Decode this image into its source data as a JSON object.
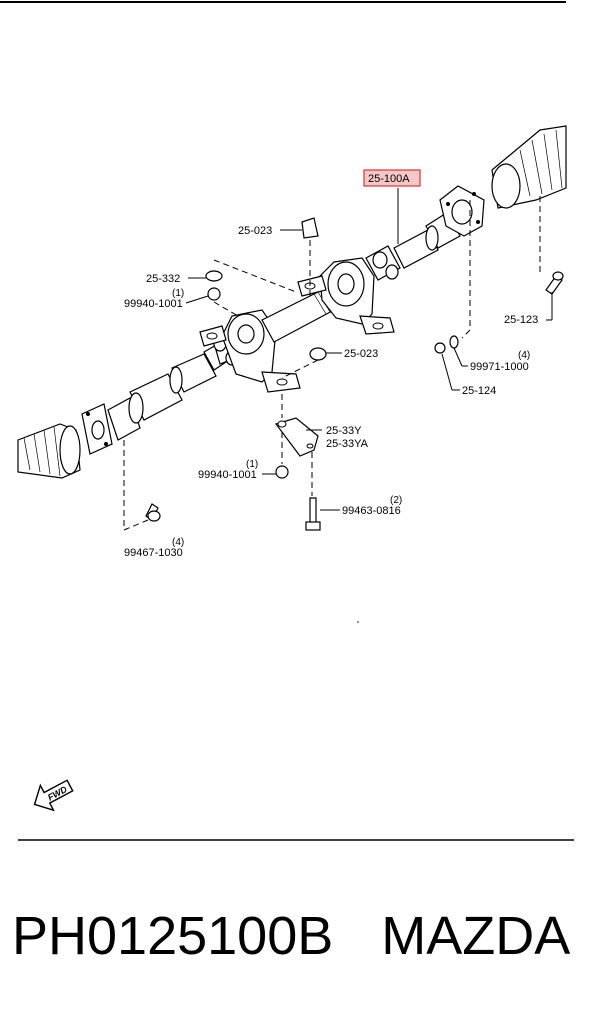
{
  "diagram": {
    "highlight_label": "25-100A",
    "labels": {
      "p25_023_top": "25-023",
      "p25_332": "25-332",
      "q1_top": "(1)",
      "p99940_top": "99940-1001",
      "p25_023_mid": "25-023",
      "p25_123": "25-123",
      "q4_right": "(4)",
      "p99971": "99971-1000",
      "p25_124": "25-124",
      "p25_33Y": "25-33Y",
      "p25_33YA": "25-33YA",
      "q1_bottom": "(1)",
      "p99940_bottom": "99940-1001",
      "q2": "(2)",
      "p99463": "99463-0816",
      "q4_left": "(4)",
      "p99467": "99467-1030"
    },
    "fwd_text": "FWD",
    "highlight_color": "#e03030"
  },
  "footer": {
    "part_number": "PH0125100B",
    "brand": "MAZDA"
  }
}
